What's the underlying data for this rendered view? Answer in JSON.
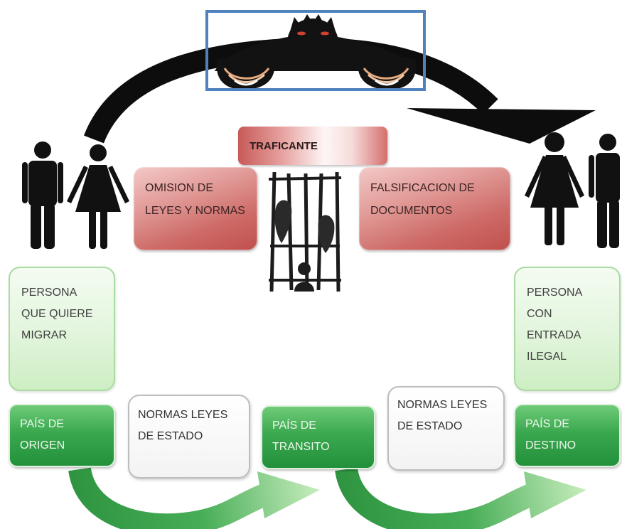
{
  "colors": {
    "highlight_frame": "#4f81bd",
    "factor_red": "#c0504d",
    "person_green_light": "#cdeec3",
    "country_green": "#23913b",
    "laws_border": "#bdbdbd",
    "silhouette": "#111111"
  },
  "trafficker": {
    "label": "TRAFICANTE",
    "icon": "monster-icon"
  },
  "route_arrow": {
    "icon": "curved-arrow-icon"
  },
  "factors": {
    "left": {
      "lines": [
        "OMISION DE",
        "LEYES Y NORMAS"
      ]
    },
    "right": {
      "lines": [
        "FALSIFICACION DE",
        "DOCUMENTOS"
      ]
    },
    "center_icon": "jail-bars-icon"
  },
  "origin": {
    "people_icons": [
      "man-icon",
      "woman-icon"
    ],
    "person": {
      "lines": [
        "PERSONA",
        "QUE QUIERE",
        "MIGRAR"
      ]
    },
    "country": {
      "lines": [
        "PAÍS DE",
        "ORIGEN"
      ]
    }
  },
  "transit": {
    "laws_before": {
      "lines": [
        "NORMAS LEYES",
        "DE ESTADO"
      ]
    },
    "country": {
      "lines": [
        "PAÍS DE",
        "TRANSITO"
      ]
    },
    "laws_after": {
      "lines": [
        "NORMAS LEYES",
        "DE ESTADO"
      ]
    }
  },
  "destination": {
    "people_icons": [
      "woman-icon",
      "man-icon"
    ],
    "person": {
      "lines": [
        "PERSONA",
        "CON",
        "ENTRADA",
        "ILEGAL"
      ]
    },
    "country": {
      "lines": [
        "PAÍS DE",
        "DESTINO"
      ]
    }
  },
  "flow_arrows": [
    "curved-arrow-icon",
    "curved-arrow-icon"
  ]
}
